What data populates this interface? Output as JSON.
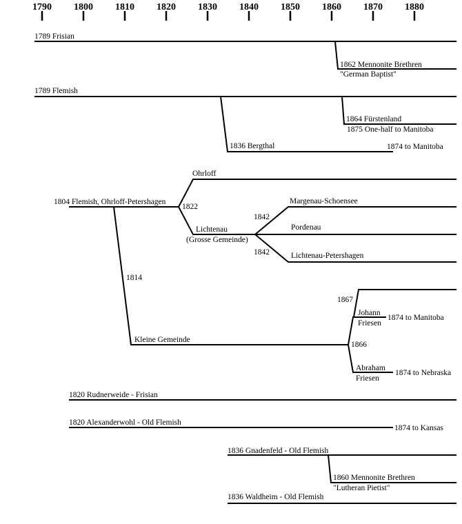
{
  "axis": {
    "years": [
      "1790",
      "1800",
      "1810",
      "1820",
      "1830",
      "1840",
      "1850",
      "1860",
      "1870",
      "1880"
    ]
  },
  "labels": {
    "frisian": "1789 Frisian",
    "mb1862": "1862 Mennonite Brethren",
    "german_baptist": "\"German Baptist\"",
    "flemish": "1789 Flemish",
    "furstenland": "1864 Fürstenland",
    "one_half": "1875 One-half to Manitoba",
    "bergthal": "1836 Bergthal",
    "bergthal_to_manitoba": "1874 to Manitoba",
    "ohrloff": "Ohrloff",
    "flemish_ohrloff": "1804 Flemish, Ohrloff-Petershagen",
    "y1822": "1822",
    "margenau": "Margenau-Schoensee",
    "y1842a": "1842",
    "pordenau": "Pordenau",
    "lichtenau": "Lichtenau",
    "grosse_gemeinde": "(Grosse Gemeinde)",
    "y1842b": "1842",
    "lichtenau_petershagen": "Lichtenau-Petershagen",
    "y1814": "1814",
    "y1867": "1867",
    "johann": "Johann",
    "friesen1": "Friesen",
    "johann_to_manitoba": "1874 to Manitoba",
    "kleine_gemeinde": "Kleine Gemeinde",
    "y1866": "1866",
    "abraham": "Abraham",
    "friesen2": "Friesen",
    "abraham_to_nebraska": "1874 to Nebraska",
    "rudnerweide": "1820 Rudnerweide - Frisian",
    "alexanderwohl": "1820 Alexanderwohl - Old Flemish",
    "alex_to_kansas": "1874 to Kansas",
    "gnadenfeld": "1836 Gnadenfeld - Old Flemish",
    "mb1860": "1860 Mennonite Brethren",
    "lutheran_pietist": "\"Lutheran Pietist\"",
    "waldheim": "1836 Waldheim - Old Flemish"
  }
}
